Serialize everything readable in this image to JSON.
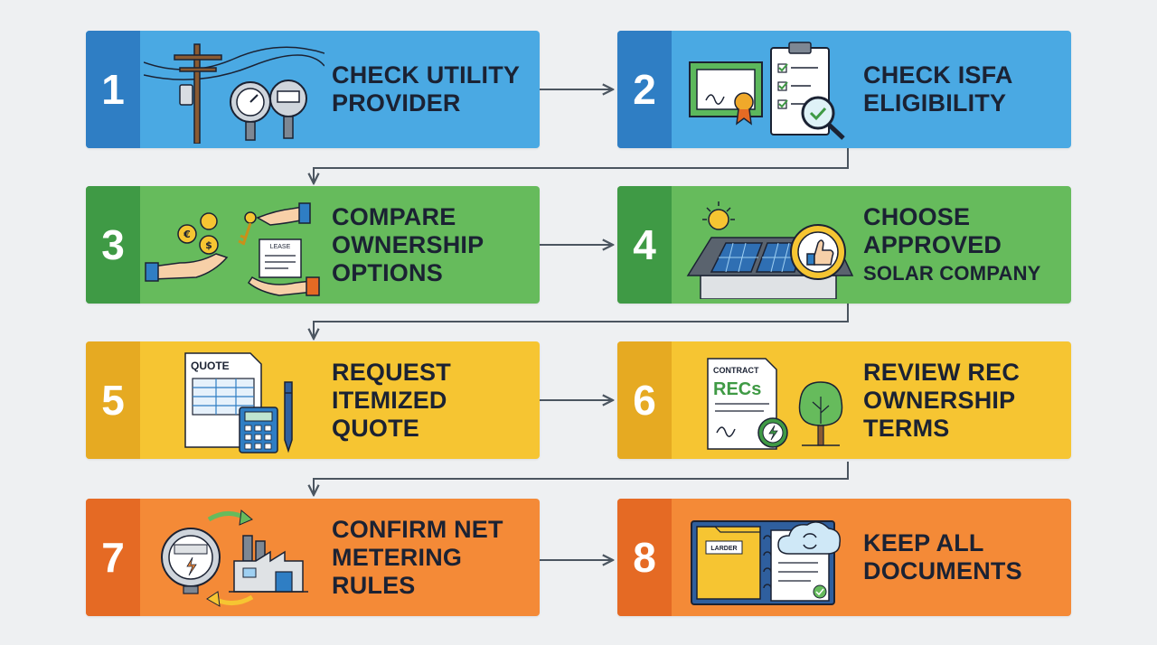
{
  "colors": {
    "blue": {
      "main": "#4aa9e3",
      "accent": "#2f7ec4"
    },
    "green": {
      "main": "#66bb5c",
      "accent": "#3f9a45"
    },
    "yellow": {
      "main": "#f6c532",
      "accent": "#e6aa22"
    },
    "orange": {
      "main": "#f48a37",
      "accent": "#e56a24"
    },
    "arrow": "#4b5560"
  },
  "steps": [
    {
      "number": "1",
      "color": "blue",
      "icon": "utility-pole-meters-icon",
      "lines": [
        "CHECK UTILITY",
        "PROVIDER"
      ]
    },
    {
      "number": "2",
      "color": "blue",
      "icon": "certificate-checklist-icon",
      "lines": [
        "CHECK ISFA",
        "ELIGIBILITY"
      ]
    },
    {
      "number": "3",
      "color": "green",
      "icon": "coins-key-lease-icon",
      "lines": [
        "COMPARE",
        "OWNERSHIP",
        "OPTIONS"
      ]
    },
    {
      "number": "4",
      "color": "green",
      "icon": "solar-roof-approval-icon",
      "lines": [
        "CHOOSE",
        "APPROVED",
        "SOLAR COMPANY"
      ]
    },
    {
      "number": "5",
      "color": "yellow",
      "icon": "quote-calculator-pen-icon",
      "lines": [
        "REQUEST",
        "ITEMIZED",
        "QUOTE"
      ]
    },
    {
      "number": "6",
      "color": "yellow",
      "icon": "recs-contract-tree-icon",
      "lines": [
        "REVIEW REC",
        "OWNERSHIP",
        "TERMS"
      ]
    },
    {
      "number": "7",
      "color": "orange",
      "icon": "meter-factory-exchange-icon",
      "lines": [
        "CONFIRM NET",
        "METERING",
        "RULES"
      ]
    },
    {
      "number": "8",
      "color": "orange",
      "icon": "binder-folder-cloud-icon",
      "lines": [
        "KEEP ALL",
        "DOCUMENTS"
      ]
    }
  ],
  "icon_text": {
    "lease": "LEASE",
    "quote": "QUOTE",
    "contract": "CONTRACT",
    "recs": "RECs",
    "larder": "LARDER"
  }
}
